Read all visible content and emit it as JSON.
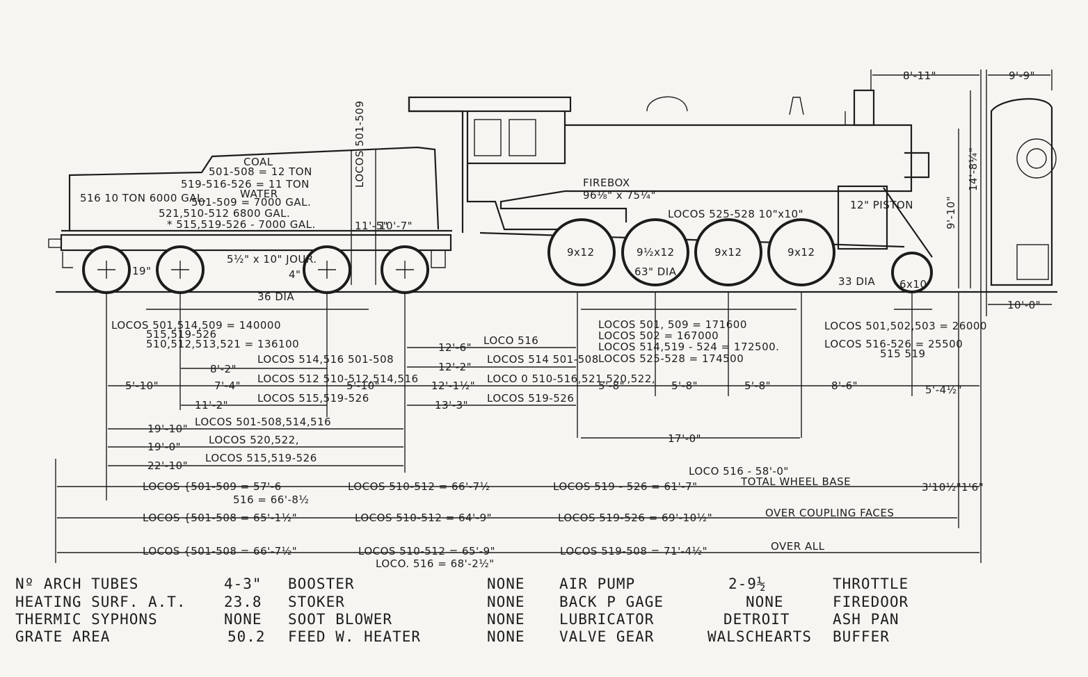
{
  "tender": {
    "coal_title": "COAL",
    "coal_line1": "501-508 = 12 TON",
    "coal_line2": "519-516-526 = 11 TON",
    "water_title": "WATER",
    "water_struck": "516 10 TON 6000 GAL.",
    "water_line1": "501-509 = 7000 GAL.",
    "water_line2": "521,510-512 6800 GAL.",
    "water_line3": "* 515,519-526 - 7000 GAL.",
    "journal": "5½\" x 10\" JOUR.",
    "wheel_dia": "36 DIA",
    "dim_19": "19\"",
    "dim_4": "4\"",
    "dim_11": "11'-5\"",
    "dim_10": "10'-7\"",
    "locos_vertical": "LOCOS 501-509"
  },
  "engine": {
    "firebox": "FIREBOX",
    "firebox_size": "96⅛\" x 75¼\"",
    "locos_note": "LOCOS 525-528 10\"x10\"",
    "piston": "12\" PISTON",
    "driver_labels": [
      "9x12",
      "9½x12",
      "9x12",
      "9x12"
    ],
    "driver_dia": "63\" DIA",
    "pilot_label": "6x10",
    "pilot_dia": "33 DIA",
    "top_dim1": "8'-11\"",
    "top_dim2": "9'-9\"",
    "height1": "14'-8¼\"",
    "height2": "9'-10\"",
    "width": "10'-0\""
  },
  "weights": {
    "tender_a": "LOCOS 501,514,509 = 140000",
    "tender_a2": "515,519-526",
    "tender_b": "510,512,513,521 = 136100",
    "driver_a": "LOCOS 501, 509 = 171600",
    "driver_b": "LOCOS 502 = 167000",
    "driver_c": "LOCOS 514,519 - 524 = 172500.",
    "driver_d": "LOCOS 525-528 = 174500",
    "pilot_a": "LOCOS 501,502,503 = 26000",
    "pilot_b": "LOCOS 516-526 = 25500",
    "pilot_b2": "515 519"
  },
  "dimensions": {
    "d_5_10a": "5'-10\"",
    "d_7_4": "7'-4\"",
    "d_5_10b": "5'-10\"",
    "d_8_2": "8'-2\"",
    "d_11_2": "11'-2\"",
    "d_12_6": "12'-6\"",
    "d_12_2": "12'-2\"",
    "d_12_1": "12'-1½\"",
    "d_13_3": "13'-3\"",
    "d_5_8a": "5'-8\"",
    "d_5_8b": "5'-8\"",
    "d_5_8c": "5'-8\"",
    "d_8_6": "8'-6\"",
    "d_5_4": "5'-4½\"",
    "d_17_0": "17'-0\"",
    "d_19_10": "19'-10\"",
    "d_19_0": "19'-0\"",
    "d_22_10": "22'-10\"",
    "d_3_10": "3'10½\"",
    "d_1_6": "1'6\"",
    "note_8_2": "LOCOS 514,516 501-508",
    "note_7_4": "LOCOS 512 510-512,514,516",
    "note_11_2": "LOCOS 515,519-526",
    "note_12_6": "LOCO 516",
    "note_12_2": "LOCOS 514 501-508",
    "note_12_1": "LOCO 0 510-516,521,520,522,",
    "note_13_3": "LOCOS 519-526",
    "note_19_10": "LOCOS 501-508,514,516",
    "note_19_0": "LOCOS 520,522,",
    "note_22_10": "LOCOS 515,519-526"
  },
  "totals": {
    "wb_a": "LOCOS {501-509 = 57'-6",
    "wb_b": "516 = 66'-8½",
    "wb_c": "LOCOS 510-512 = 66'-7½",
    "wb_d": "LOCOS 519 - 526 = 61'-7\"",
    "wb_e": "LOCO 516 - 58'-0\"",
    "wb_label": "TOTAL WHEEL BASE",
    "cf_a": "LOCOS {501-508 = 65'-1½\"",
    "cf_b": "LOCOS 510-512 = 64'-9\"",
    "cf_c": "LOCOS 519-526 = 69'-10½\"",
    "cf_label": "OVER COUPLING FACES",
    "oa_a": "LOCOS {501-508 = 66'-7½\"",
    "oa_b": "LOCOS 510-512 = 65'-9\"",
    "oa_c": "LOCO. 516 = 68'-2½\"",
    "oa_d": "LOCOS 519-508 = 71'-4½\"",
    "oa_label": "OVER ALL"
  },
  "specs": [
    {
      "label": "Nº ARCH TUBES",
      "value": "4-3\"",
      "label2": "BOOSTER",
      "value2": "NONE",
      "label3": "AIR PUMP",
      "value3": "2-9½",
      "label4": "THROTTLE"
    },
    {
      "label": "HEATING SURF. A.T.",
      "value": "23.8",
      "label2": "STOKER",
      "value2": "NONE",
      "label3": "BACK P GAGE",
      "value3": "NONE",
      "label4": "FIREDOOR"
    },
    {
      "label": "THERMIC SYPHONS",
      "value": "NONE",
      "label2": "SOOT BLOWER",
      "value2": "NONE",
      "label3": "LUBRICATOR",
      "value3": "DETROIT",
      "label4": "ASH PAN"
    },
    {
      "label": "GRATE AREA",
      "value": "50.2",
      "label2": "FEED W. HEATER",
      "value2": "NONE",
      "label3": "VALVE GEAR",
      "value3": "WALSCHEARTS",
      "label4": "BUFFER"
    }
  ]
}
